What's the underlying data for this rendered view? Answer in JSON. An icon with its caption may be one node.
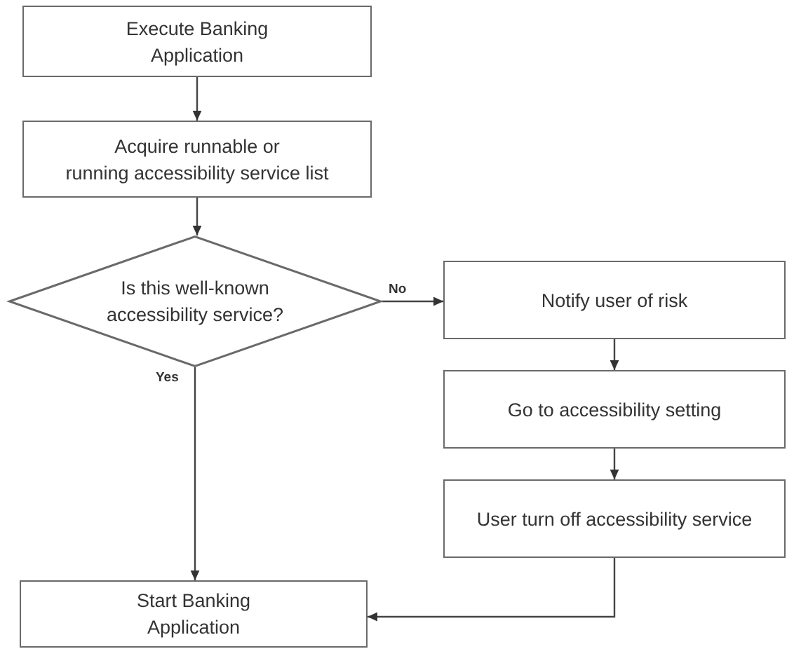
{
  "diagram": {
    "nodes": [
      {
        "text": [
          "Execute Banking Application"
        ]
      },
      {
        "text": [
          "Acquire runnable or running accessibility service list"
        ]
      },
      {
        "text": [
          "Is this well-known accessibility service?"
        ]
      },
      {
        "text": [
          "Notify user of risk"
        ]
      },
      {
        "text": [
          "Go to accessibility setting"
        ]
      },
      {
        "text": [
          "User turn off accessibility service"
        ]
      },
      {
        "text": [
          "Start Banking Application"
        ]
      }
    ],
    "edges": [
      {
        "from": 0,
        "to": 1,
        "arrow": "to"
      },
      {
        "from": 1,
        "to": 2,
        "arrow": "to"
      },
      {
        "from": 2,
        "to": 3,
        "arrow": "to",
        "label": "No"
      },
      {
        "from": 3,
        "to": 4,
        "arrow": "to"
      },
      {
        "from": 4,
        "to": 5,
        "arrow": "to"
      },
      {
        "from": 2,
        "to": 6,
        "arrow": "to",
        "label": "Yes"
      },
      {
        "from": 5,
        "to": 6,
        "arrow": "to"
      }
    ]
  }
}
